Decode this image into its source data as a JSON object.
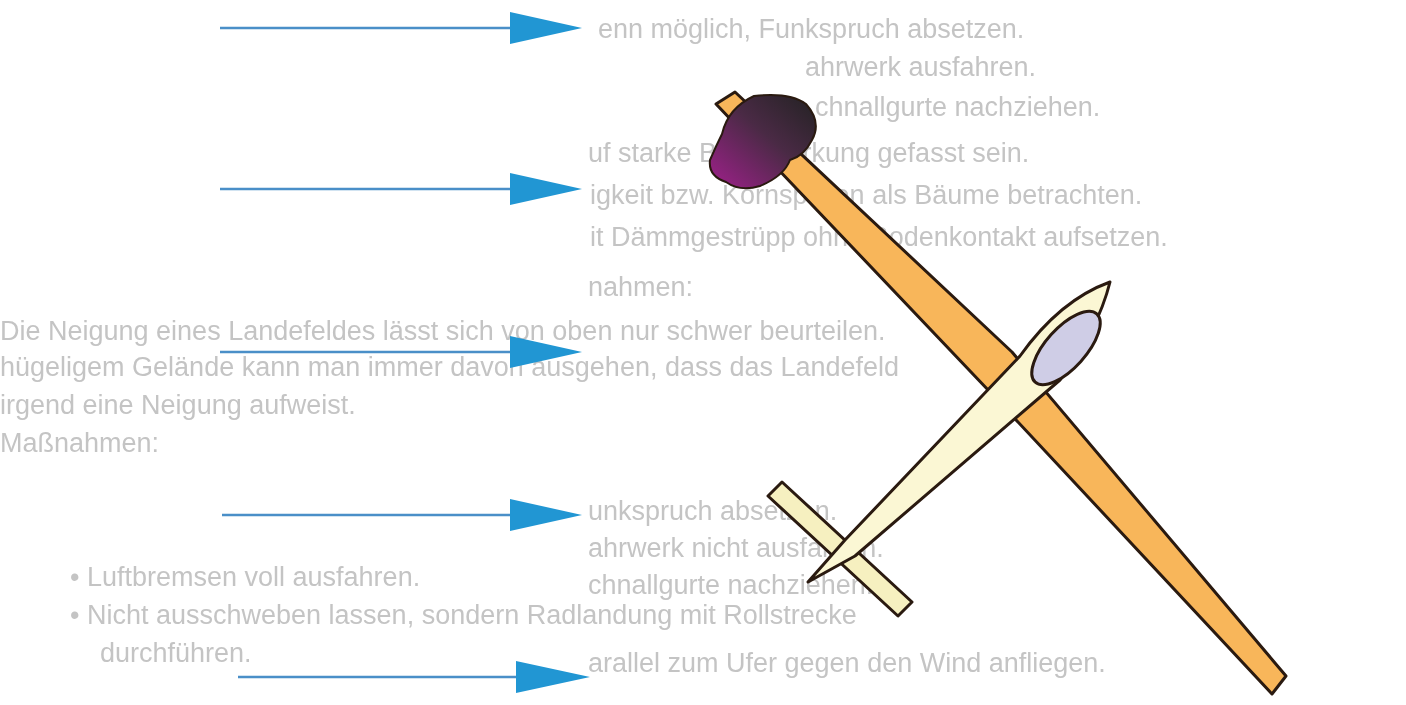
{
  "diagram": {
    "labels": [
      "enn möglich, Funkspruch absetzen.",
      "ahrwerk ausfahren.",
      "chnallgurte nachziehen.",
      "uf starke Bremswirkung gefasst sein.",
      "igkeit bzw. Kornspitzen als Bäume betrachten.",
      "it Dämmgestrüpp ohne Bodenkontakt aufsetzen.",
      "Die Neigung eines Landefeldes lässt sich von oben nur schwer beurteilen.",
      "hügeligem Gelände kann man immer davon ausgehen, dass das Landefeld",
      "irgend eine Neigung aufweist.",
      "nahmen:",
      "Maßnahmen:",
      "unkspruch absetzen.",
      "ahrwerk nicht ausfahren.",
      "chnallgurte nachziehen.",
      "• Luftbremsen voll ausfahren.",
      "• Nicht ausschweben lassen, sondern Radlandung mit Rollstrecke",
      "durchführen.",
      "arallel zum Ufer gegen den Wind anfliegen."
    ]
  }
}
